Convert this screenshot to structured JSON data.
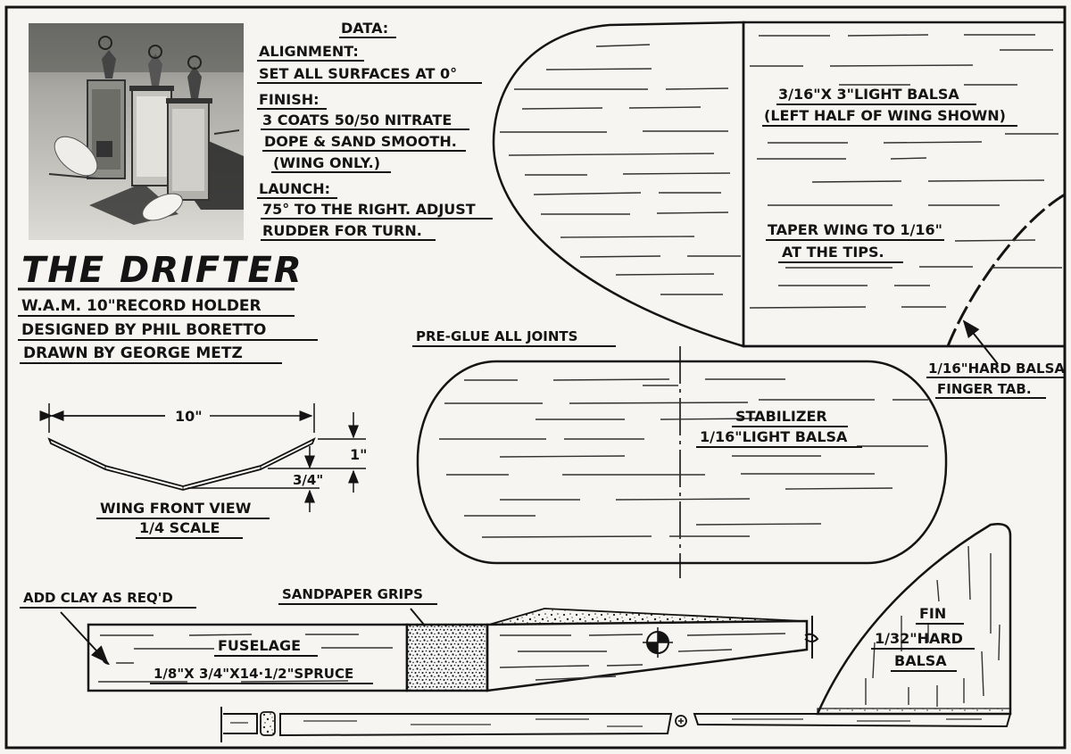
{
  "title": "THE DRIFTER",
  "credits": [
    "W.A.M. 10\"RECORD HOLDER",
    "DESIGNED BY PHIL BORETTO",
    "DRAWN BY GEORGE METZ"
  ],
  "data_block": {
    "heading": "DATA:",
    "alignment_label": "ALIGNMENT:",
    "alignment_text": "SET ALL SURFACES AT 0°",
    "finish_label": "FINISH:",
    "finish_lines": [
      "3 COATS 50/50 NITRATE",
      "DOPE & SAND SMOOTH.",
      "(WING ONLY.)"
    ],
    "launch_label": "LAUNCH:",
    "launch_lines": [
      "75° TO THE RIGHT. ADJUST",
      "RUDDER FOR TURN."
    ]
  },
  "wing": {
    "material": "3/16\"X 3\"LIGHT BALSA",
    "note": "(LEFT HALF OF WING SHOWN)",
    "taper_lines": [
      "TAPER WING TO 1/16\"",
      "AT THE TIPS."
    ],
    "finger_tab": [
      "1/16\"HARD BALSA",
      "FINGER TAB."
    ]
  },
  "preglue": "PRE-GLUE ALL JOINTS",
  "stabilizer": {
    "name": "STABILIZER",
    "material": "1/16\"LIGHT BALSA"
  },
  "front_view": {
    "span": "10\"",
    "dihedral": "1\"",
    "center_drop": "3/4\"",
    "caption": "WING FRONT VIEW",
    "scale": "1/4 SCALE"
  },
  "fuselage": {
    "clay_note": "ADD CLAY AS REQ'D",
    "grips_note": "SANDPAPER GRIPS",
    "name": "FUSELAGE",
    "material": "1/8\"X 3/4\"X14·1/2\"SPRUCE"
  },
  "fin": {
    "lines": [
      "FIN",
      "1/32\"HARD",
      "BALSA"
    ]
  }
}
